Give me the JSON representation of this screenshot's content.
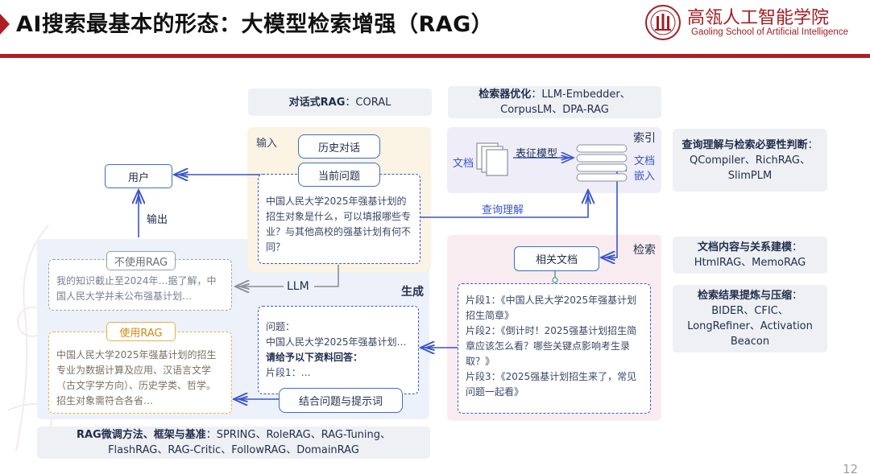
{
  "header": {
    "title": "AI搜索最基本的形态：大模型检索增强（RAG）",
    "school_cn": "高瓴人工智能学院",
    "school_en": "Gaoling School of Artificial Intelligence"
  },
  "colors": {
    "brand_red": "#b01e23",
    "blue": "#3a6fc4",
    "orange": "#e8b04a"
  },
  "top_tags": {
    "coral": {
      "bold": "对话式RAG",
      "text": "：CORAL"
    },
    "retriever_opt": {
      "bold": "检索器优化",
      "text1": "：LLM-Embedder、",
      "text2": "CorpusLM、DPA-RAG"
    }
  },
  "right_tags": {
    "query": {
      "bold": "查询理解与检索必要性判断",
      "text1": "：",
      "text2": "QCompiler、RichRAG、",
      "text3": "SlimPLM"
    },
    "doc_model": {
      "bold": "文档内容与关系建模",
      "text1": "：",
      "text2": "HtmlRAG、MemoRAG"
    },
    "compress": {
      "bold": "检索结果提炼与压缩",
      "text1": "：",
      "text2": "BIDER、CFIC、",
      "text3": "LongRefiner、Activation",
      "text4": "Beacon"
    }
  },
  "bottom_tag": {
    "bold": "RAG微调方法、框架与基准",
    "text1": "：SPRING、RoleRAG、RAG-Tuning、",
    "text2": "FlashRAG、RAG-Critic、FollowRAG、DomainRAG"
  },
  "user": {
    "label": "用户",
    "output": "输出"
  },
  "input": {
    "section": "输入",
    "history": "历史对话",
    "current": "当前问题",
    "question": [
      "中国人民大学2025年强基计划的",
      "招生对象是什么，可以填报哪些专",
      "业？与其他高校的强基计划有何不",
      "同？"
    ]
  },
  "index": {
    "section": "索引",
    "doc": "文档",
    "model": "表征模型",
    "embed_1": "文档",
    "embed_2": "嵌入",
    "query_understanding": "查询理解"
  },
  "retrieval": {
    "section": "检索",
    "related": "相关文档",
    "snippets": [
      "片段1：《中国人民大学2025年强基计划",
      "招生简章》",
      "片段2：《倒计时！2025强基计划招生简",
      "章应该怎么看？哪些关键点影响考生录",
      "取？》",
      "片段3：《2025强基计划招生来了，常见",
      "问题一起看》"
    ]
  },
  "generation": {
    "section": "生成",
    "llm": "LLM",
    "no_rag_label": "不使用RAG",
    "no_rag_text": [
      "我的知识截止至2024年…据了解，中",
      "国人民大学并未公布强基计划…"
    ],
    "use_rag_label": "使用RAG",
    "use_rag_text": [
      "中国人民大学2025年强基计划的招生",
      "专业为数据计算及应用、汉语言文学",
      "（古文字学方向）、历史学类、哲学。",
      "招生对象需符合各省…"
    ],
    "prompt_lines": [
      "问题：",
      "中国人民大学2025年强基计划…",
      "请给予以下资料回答：",
      "片段1：…"
    ],
    "prompt_box": "结合问题与提示词"
  },
  "page_number": "12"
}
